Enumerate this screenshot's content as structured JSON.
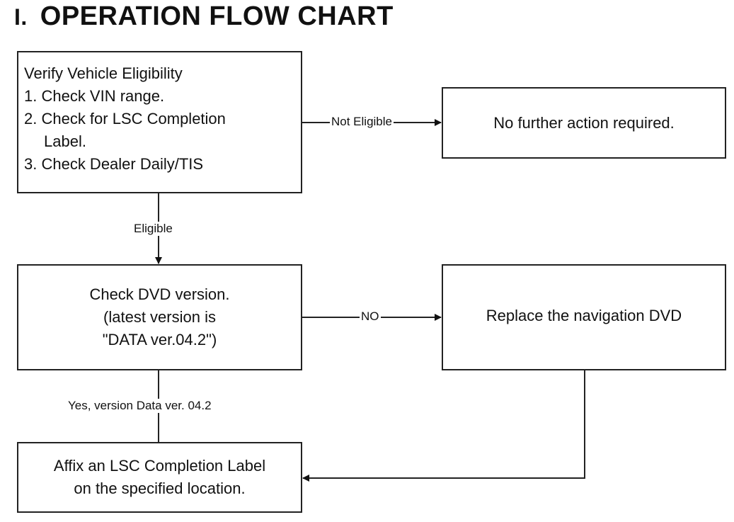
{
  "heading": {
    "number": "I.",
    "title": "OPERATION FLOW CHART"
  },
  "nodes": {
    "verify": {
      "lines": [
        "Verify Vehicle Eligibility",
        "1. Check VIN range.",
        "2. Check for LSC Completion",
        "Label.",
        "3. Check Dealer Daily/TIS"
      ]
    },
    "no_action": {
      "lines": [
        "No further action required."
      ]
    },
    "check_dvd": {
      "lines": [
        "Check DVD version.",
        "(latest version is",
        "\"DATA ver.04.2\")"
      ]
    },
    "replace_dvd": {
      "lines": [
        "Replace the navigation DVD"
      ]
    },
    "affix_label": {
      "lines": [
        "Affix an LSC Completion Label",
        "on the specified location."
      ]
    }
  },
  "edges": {
    "not_eligible": "Not Eligible",
    "eligible": "Eligible",
    "no": "NO",
    "yes": "Yes, version Data ver. 04.2"
  }
}
